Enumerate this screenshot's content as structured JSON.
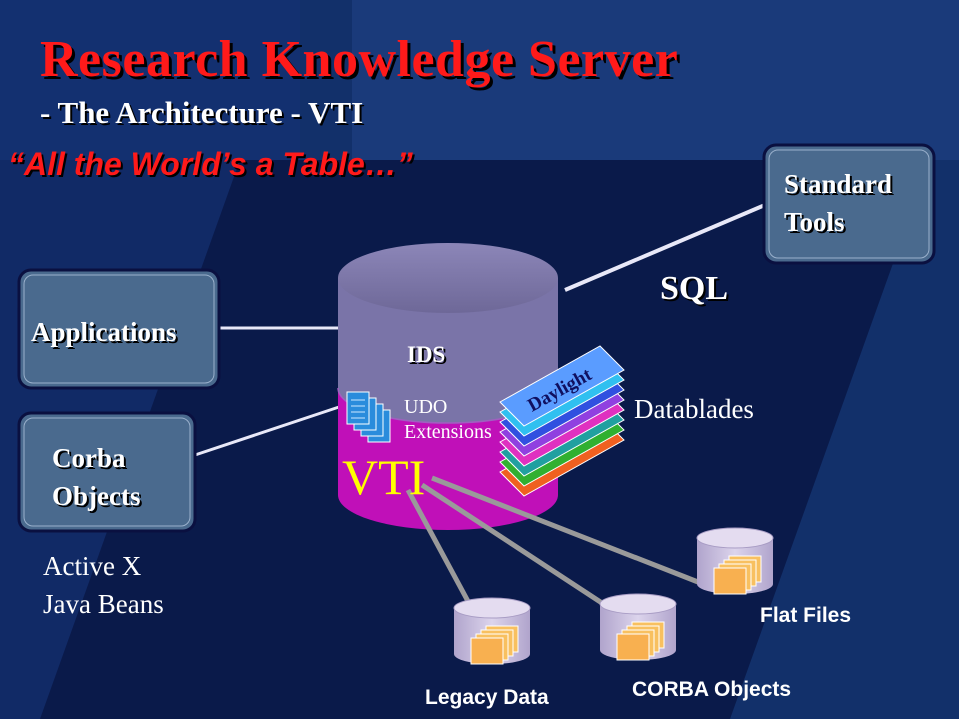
{
  "title": "Research Knowledge Server",
  "subtitle": "- The Architecture - VTI",
  "tagline": "“All the World’s a Table…”",
  "standard_tools": [
    "Standard",
    "Tools"
  ],
  "sql_label": "SQL",
  "applications_label": "Applications",
  "corba_objects_box": [
    "Corba",
    "Objects"
  ],
  "client_tech": [
    "Active X",
    "Java Beans"
  ],
  "ids_label": "IDS",
  "udo_extensions": [
    "UDO",
    "Extensions"
  ],
  "vti_label": "VTI",
  "daylight_label": "Daylight",
  "datablades_label": "Datablades",
  "sources": {
    "legacy_data": "Legacy Data",
    "corba_objects": "CORBA Objects",
    "flat_files": "Flat Files"
  },
  "colors": {
    "title": "#ff1a1a",
    "background": "#0a1a4a",
    "box_fill": "#4a6a8e",
    "ids_cylinder": "#7a74a8",
    "vti_band": "#c010b8",
    "vti_text": "#ffff00",
    "mini_cylinder": "#c8bedc",
    "folder": "#f8c060"
  }
}
